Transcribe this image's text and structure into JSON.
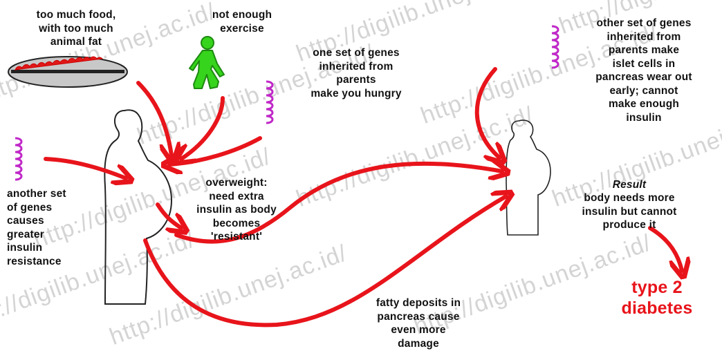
{
  "watermark": "http://digilib.unej.ac.id/",
  "labels": {
    "too_much_food": "too much food,\nwith too much\nanimal fat",
    "not_enough_exercise": "not enough\nexercise",
    "genes_hungry": "one set of genes\ninherited from\nparents\nmake you  hungry",
    "genes_islet": "other set of genes\ninherited from\nparents make\nislet cells in\npancreas wear out\nearly; cannot\nmake enough\ninsulin",
    "another_genes": "another set\nof genes\ncauses\ngreater\ninsulin\nresistance",
    "overweight": "overweight:\nneed extra\ninsulin as body\nbecomes\n'resistant'",
    "fatty_deposits": "fatty deposits in\npancreas cause\neven more\ndamage",
    "result_title": "Result",
    "result_text": "body needs more\ninsulin but cannot\nproduce it",
    "type2": "type 2\ndiabetes"
  },
  "colors": {
    "arrow": "#e8141b",
    "gene": "#c028c8",
    "person": "#36d41c",
    "food_dish": "#c8c8c8",
    "food": "#e01818",
    "outline": "#222222"
  },
  "icons": {
    "gene": "coil-icon",
    "exercise": "walking-person-icon",
    "food": "fatty-food-dish-icon",
    "body": "body-outline-icon"
  }
}
